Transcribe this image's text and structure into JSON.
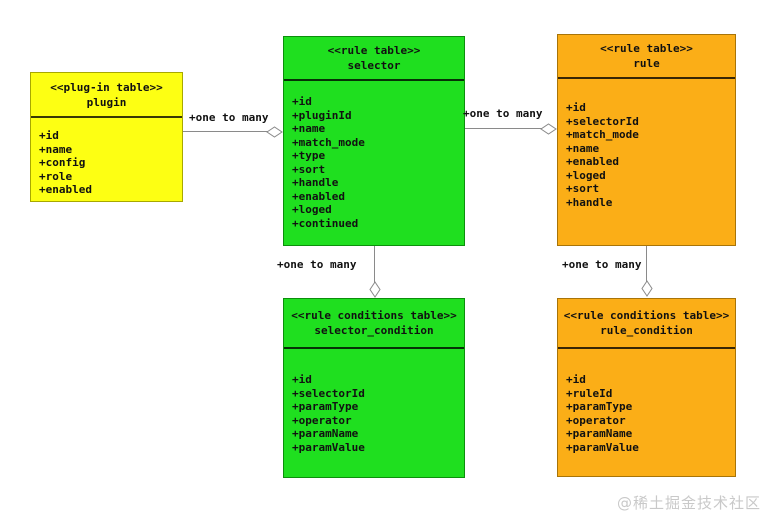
{
  "diagram": {
    "watermark": "@稀土掘金技术社区",
    "colors": {
      "plugin_fill": "#fdff13",
      "selector_fill": "#1fdf1f",
      "rule_fill": "#fbae17",
      "line": "#8a8a8a"
    },
    "tables": [
      {
        "stereotype": "<<plug-in table>>",
        "name": "plugin",
        "fields": [
          "+id",
          "+name",
          "+config",
          "+role",
          "+enabled"
        ]
      },
      {
        "stereotype": "<<rule table>>",
        "name": "selector",
        "fields": [
          "+id",
          "+pluginId",
          "+name",
          "+match_mode",
          "+type",
          "+sort",
          "+handle",
          "+enabled",
          "+loged",
          "+continued"
        ]
      },
      {
        "stereotype": "<<rule table>>",
        "name": "rule",
        "fields": [
          "+id",
          "+selectorId",
          "+match_mode",
          "+name",
          "+enabled",
          "+loged",
          "+sort",
          "+handle"
        ]
      },
      {
        "stereotype": "<<rule conditions table>>",
        "name": "selector_condition",
        "fields": [
          "+id",
          "+selectorId",
          "+paramType",
          "+operator",
          "+paramName",
          "+paramValue"
        ]
      },
      {
        "stereotype": "<<rule conditions table>>",
        "name": "rule_condition",
        "fields": [
          "+id",
          "+ruleId",
          "+paramType",
          "+operator",
          "+paramName",
          "+paramValue"
        ]
      }
    ],
    "connections": [
      {
        "label": "+one to many"
      },
      {
        "label": "+one to many"
      },
      {
        "label": "+one to many"
      },
      {
        "label": "+one to many"
      }
    ]
  }
}
